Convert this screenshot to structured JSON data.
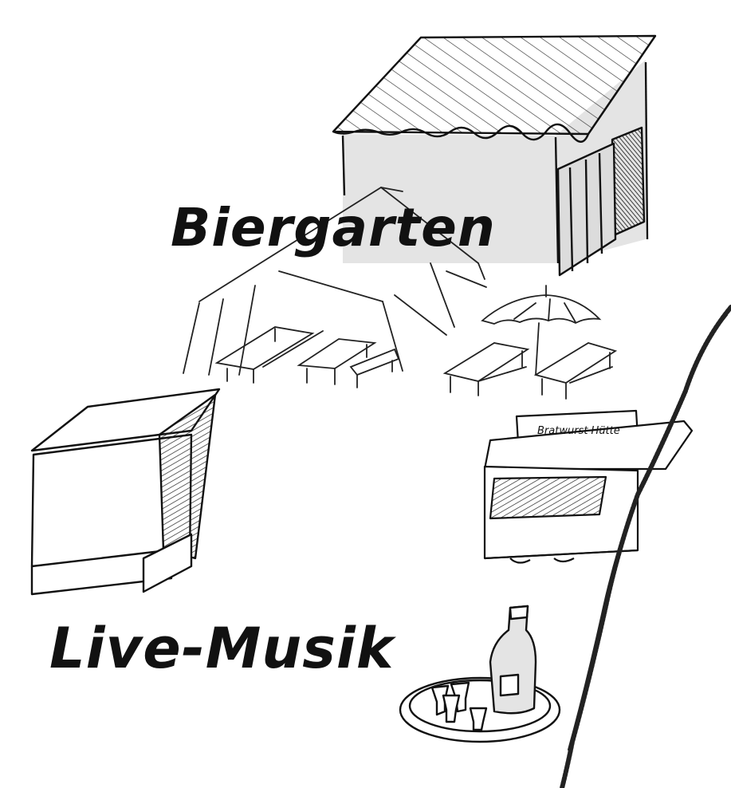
{
  "labels": {
    "biergarten": "Biergarten",
    "live_musik": "Live-Musik"
  },
  "food_stand": {
    "sign_text": "Bratwurst Hütte"
  },
  "colors": {
    "ink": "#111111",
    "shade": "#e4e4e4",
    "background": "#ffffff"
  }
}
